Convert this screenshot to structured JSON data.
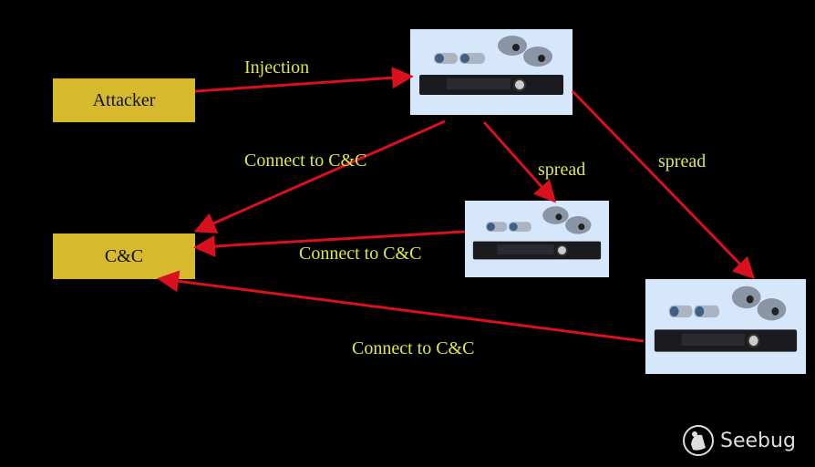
{
  "nodes": {
    "attacker": {
      "label": "Attacker"
    },
    "cnc": {
      "label": "C&C"
    }
  },
  "devices": [
    {
      "name": "nvr-camera-kit-infected"
    },
    {
      "name": "nvr-camera-kit-spread-1"
    },
    {
      "name": "nvr-camera-kit-spread-2"
    }
  ],
  "edges": {
    "injection": "Injection",
    "connect_1": "Connect to C&C",
    "connect_2": "Connect to C&C",
    "connect_3": "Connect to C&C",
    "spread_1": "spread",
    "spread_2": "spread"
  },
  "colors": {
    "arrow": "#d9101e",
    "box": "#d6b92c",
    "label": "#dfe64a"
  },
  "logo": {
    "text": "Seebug"
  }
}
